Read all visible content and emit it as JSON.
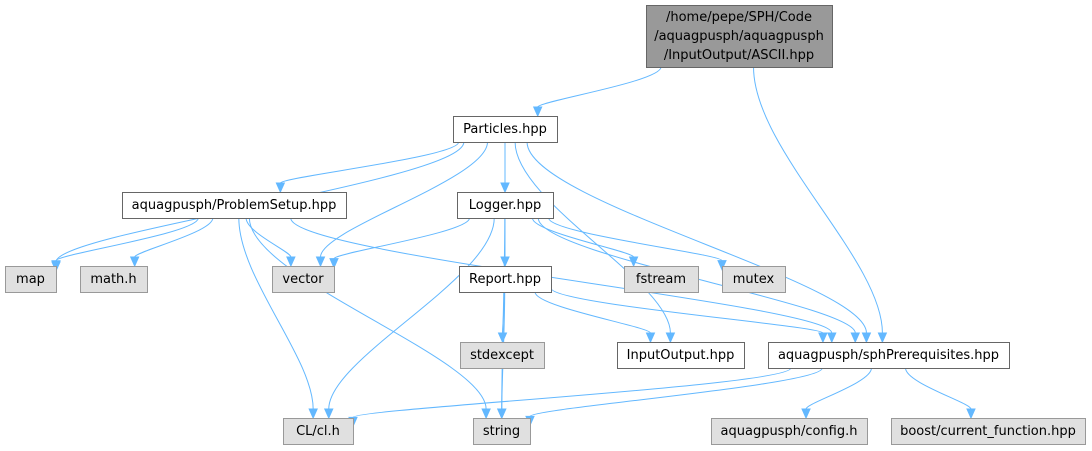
{
  "colors": {
    "root_fill": "#999999",
    "root_stroke": "#666666",
    "internal_fill": "#ffffff",
    "internal_stroke": "#666666",
    "external_fill": "#e0e0e0",
    "external_stroke": "#999999",
    "edge": "#63b8ff"
  },
  "nodes": [
    {
      "id": "root",
      "kind": "root",
      "lines": [
        "/home/pepe/SPH/Code",
        "/aquagpusph/aquagpusph",
        "/InputOutput/ASCII.hpp"
      ]
    },
    {
      "id": "particles",
      "kind": "internal",
      "lines": [
        "Particles.hpp"
      ]
    },
    {
      "id": "problemsetup",
      "kind": "internal",
      "lines": [
        "aquagpusph/ProblemSetup.hpp"
      ]
    },
    {
      "id": "logger",
      "kind": "internal",
      "lines": [
        "Logger.hpp"
      ]
    },
    {
      "id": "map",
      "kind": "external",
      "lines": [
        "map"
      ]
    },
    {
      "id": "mathh",
      "kind": "external",
      "lines": [
        "math.h"
      ]
    },
    {
      "id": "vector",
      "kind": "external",
      "lines": [
        "vector"
      ]
    },
    {
      "id": "fstream",
      "kind": "external",
      "lines": [
        "fstream"
      ]
    },
    {
      "id": "mutex",
      "kind": "external",
      "lines": [
        "mutex"
      ]
    },
    {
      "id": "report",
      "kind": "internal",
      "lines": [
        "Report.hpp"
      ]
    },
    {
      "id": "stdexcept",
      "kind": "external",
      "lines": [
        "stdexcept"
      ]
    },
    {
      "id": "inputoutput",
      "kind": "internal",
      "lines": [
        "InputOutput.hpp"
      ]
    },
    {
      "id": "sphprereq",
      "kind": "internal",
      "lines": [
        "aquagpusph/sphPrerequisites.hpp"
      ]
    },
    {
      "id": "clh",
      "kind": "external",
      "lines": [
        "CL/cl.h"
      ]
    },
    {
      "id": "string",
      "kind": "external",
      "lines": [
        "string"
      ]
    },
    {
      "id": "config",
      "kind": "external",
      "lines": [
        "aquagpusph/config.h"
      ]
    },
    {
      "id": "boostcf",
      "kind": "external",
      "lines": [
        "boost/current_function.hpp"
      ]
    }
  ],
  "edges": [
    {
      "from": "root",
      "to": "particles"
    },
    {
      "from": "root",
      "to": "sphprereq"
    },
    {
      "from": "particles",
      "to": "map"
    },
    {
      "from": "particles",
      "to": "problemsetup"
    },
    {
      "from": "particles",
      "to": "vector"
    },
    {
      "from": "particles",
      "to": "logger"
    },
    {
      "from": "particles",
      "to": "inputoutput"
    },
    {
      "from": "particles",
      "to": "sphprereq"
    },
    {
      "from": "problemsetup",
      "to": "map"
    },
    {
      "from": "problemsetup",
      "to": "mathh"
    },
    {
      "from": "problemsetup",
      "to": "vector"
    },
    {
      "from": "problemsetup",
      "to": "clh"
    },
    {
      "from": "problemsetup",
      "to": "string"
    },
    {
      "from": "problemsetup",
      "to": "sphprereq"
    },
    {
      "from": "logger",
      "to": "vector"
    },
    {
      "from": "logger",
      "to": "fstream"
    },
    {
      "from": "logger",
      "to": "mutex"
    },
    {
      "from": "logger",
      "to": "report"
    },
    {
      "from": "logger",
      "to": "clh"
    },
    {
      "from": "logger",
      "to": "string"
    },
    {
      "from": "logger",
      "to": "sphprereq"
    },
    {
      "from": "report",
      "to": "stdexcept"
    },
    {
      "from": "report",
      "to": "string"
    },
    {
      "from": "report",
      "to": "inputoutput"
    },
    {
      "from": "report",
      "to": "sphprereq"
    },
    {
      "from": "sphprereq",
      "to": "clh"
    },
    {
      "from": "sphprereq",
      "to": "string"
    },
    {
      "from": "sphprereq",
      "to": "config"
    },
    {
      "from": "sphprereq",
      "to": "boostcf"
    }
  ]
}
